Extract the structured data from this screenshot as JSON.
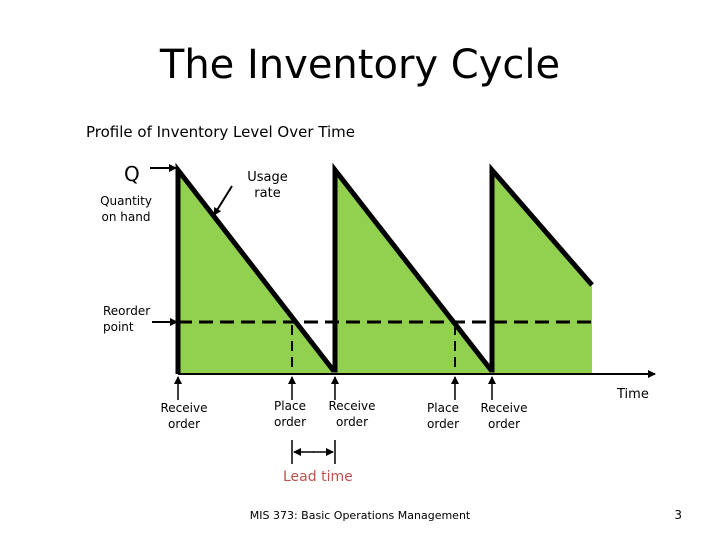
{
  "title": "The Inventory Cycle",
  "subtitle": "Profile of Inventory Level Over Time",
  "labels": {
    "q": "Q",
    "quantity_on_hand": [
      "Quantity",
      "on hand"
    ],
    "usage_rate": [
      "Usage",
      "rate"
    ],
    "reorder_point": [
      "Reorder",
      "point"
    ],
    "time": "Time",
    "lead_time": "Lead time",
    "receive_order_1": [
      "Receive",
      "order"
    ],
    "place_order_1": [
      "Place",
      "order"
    ],
    "receive_order_2": [
      "Receive",
      "order"
    ],
    "place_order_2": [
      "Place",
      "order"
    ],
    "receive_order_3": [
      "Receive",
      "order"
    ]
  },
  "footer": "MIS 373: Basic Operations Management",
  "page_number": "3",
  "colors": {
    "fill": "#92d050",
    "line": "#000000",
    "lead_time_text": "#c0504d"
  }
}
